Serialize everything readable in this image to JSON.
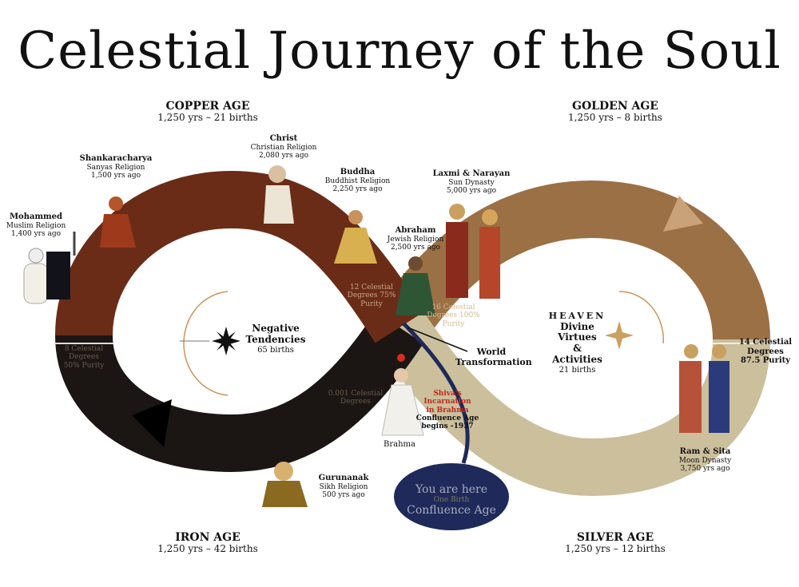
{
  "title": "Celestial Journey of the Soul",
  "ages": {
    "copper": {
      "name": "COPPER AGE",
      "detail": "1,250 yrs – 21 births"
    },
    "golden": {
      "name": "GOLDEN AGE",
      "detail": "1,250 yrs – 8 births"
    },
    "iron": {
      "name": "IRON AGE",
      "detail": "1,250 yrs – 42 births"
    },
    "silver": {
      "name": "SILVER AGE",
      "detail": "1,250 yrs – 12 births"
    }
  },
  "figures": {
    "mohammed": {
      "name": "Mohammed",
      "religion": "Muslim Religion",
      "when": "1,400 yrs ago"
    },
    "shankaracharya": {
      "name": "Shankaracharya",
      "religion": "Sanyas Religion",
      "when": "1,500 yrs ago"
    },
    "christ": {
      "name": "Christ",
      "religion": "Christian Religion",
      "when": "2,080 yrs ago"
    },
    "buddha": {
      "name": "Buddha",
      "religion": "Buddhist Religion",
      "when": "2,250 yrs ago"
    },
    "abraham": {
      "name": "Abraham",
      "religion": "Jewish Religion",
      "when": "2,500 yrs ago"
    },
    "laxmi_narayan": {
      "name": "Laxmi & Narayan",
      "religion": "Sun Dynasty",
      "when": "5,000 yrs ago"
    },
    "ram_sita": {
      "name": "Ram & Sita",
      "religion": "Moon Dynasty",
      "when": "3,750 yrs ago"
    },
    "gurunanak": {
      "name": "Gurunanak",
      "religion": "Sikh Religion",
      "when": "500 yrs ago"
    },
    "brahma": {
      "name": "Brahma"
    }
  },
  "degrees": {
    "copper": [
      "12 Celestial",
      "Degrees 75%",
      "Purity"
    ],
    "golden": [
      "16 Celestial",
      "Degrees 100%",
      "Purity"
    ],
    "iron_left": [
      "8 Celestial",
      "Degrees",
      "50% Purity"
    ],
    "iron_end": [
      "0.001 Celestial",
      "Degrees"
    ],
    "silver": [
      "14 Celestial",
      "Degrees",
      "87.5 Purity"
    ]
  },
  "negative": {
    "line1": "Negative",
    "line2": "Tendencies",
    "births": "65 births"
  },
  "heaven": {
    "title": "HEAVEN",
    "l1": "Divine",
    "l2": "Virtues",
    "l3": "&",
    "l4": "Activities",
    "births": "21 births"
  },
  "world": {
    "l1": "World",
    "l2": "Transformation"
  },
  "shiva": {
    "l1": "Shiva's Incarnation",
    "l2": "in Brahma",
    "l3": "Confluence Age",
    "l4": "begins -1937"
  },
  "here": {
    "l1": "You are here",
    "l2": "One Birth",
    "l3": "Confluence Age"
  },
  "colors": {
    "copper": "#6b2c17",
    "iron": "#1b1614",
    "golden": "#9b7045",
    "silver": "#cbbf9c",
    "bubble": "#1f2a5a"
  }
}
